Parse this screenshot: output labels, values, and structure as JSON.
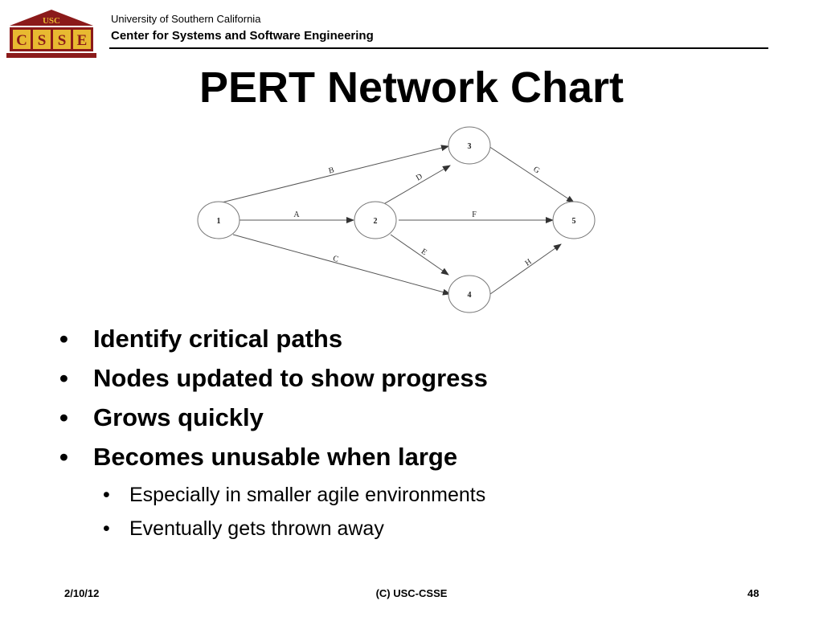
{
  "header": {
    "logo_top_text": "USC",
    "logo_letters": [
      "C",
      "S",
      "S",
      "E"
    ],
    "org_line1": "University of Southern California",
    "org_line2": "Center for Systems and Software Engineering"
  },
  "title": "PERT Network Chart",
  "diagram": {
    "nodes": [
      {
        "id": "1",
        "label": "1"
      },
      {
        "id": "2",
        "label": "2"
      },
      {
        "id": "3",
        "label": "3"
      },
      {
        "id": "4",
        "label": "4"
      },
      {
        "id": "5",
        "label": "5"
      }
    ],
    "edges": [
      {
        "label": "A",
        "from": "1",
        "to": "2"
      },
      {
        "label": "B",
        "from": "1",
        "to": "3"
      },
      {
        "label": "C",
        "from": "1",
        "to": "4"
      },
      {
        "label": "D",
        "from": "2",
        "to": "3"
      },
      {
        "label": "E",
        "from": "2",
        "to": "4"
      },
      {
        "label": "F",
        "from": "2",
        "to": "5"
      },
      {
        "label": "G",
        "from": "3",
        "to": "5"
      },
      {
        "label": "H",
        "from": "4",
        "to": "5"
      }
    ]
  },
  "bullets": [
    "Identify critical paths",
    "Nodes updated to show progress",
    "Grows quickly",
    "Becomes unusable when large"
  ],
  "sub_bullets": [
    "Especially in smaller agile environments",
    "Eventually gets thrown away"
  ],
  "bullet_glyph": "•",
  "footer": {
    "date": "2/10/12",
    "copyright": "(C) USC-CSSE",
    "page": "48"
  },
  "colors": {
    "logo_maroon": "#8b1a1a",
    "logo_gold": "#e8b931"
  }
}
